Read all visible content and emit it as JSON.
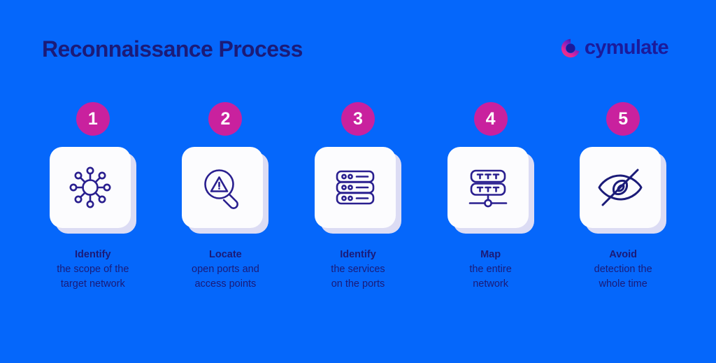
{
  "header": {
    "title": "Reconnaissance Process",
    "brand_name": "cymulate",
    "brand_mark_icon": "cymulate-logo-icon"
  },
  "colors": {
    "background": "#0567FB",
    "badge": "#C9219E",
    "text_dark": "#1B1B78",
    "card": "#FCFCFE",
    "card_shadow": "#DCDCF4",
    "icon_stroke": "#2A1F8F",
    "logo_gradient_start": "#E4249B",
    "logo_gradient_end": "#1B1B9B"
  },
  "steps": [
    {
      "number": "1",
      "icon": "network-hub-icon",
      "lead": "Identify",
      "line2": "the scope of the",
      "line3": "target network"
    },
    {
      "number": "2",
      "icon": "magnifier-warning-icon",
      "lead": "Locate",
      "line2": "open ports and",
      "line3": "access points"
    },
    {
      "number": "3",
      "icon": "server-stack-icon",
      "lead": "Identify",
      "line2": "the services",
      "line3": "on the ports"
    },
    {
      "number": "4",
      "icon": "network-map-icon",
      "lead": "Map",
      "line2": "the entire",
      "line3": "network"
    },
    {
      "number": "5",
      "icon": "eye-slash-icon",
      "lead": "Avoid",
      "line2": "detection the",
      "line3": "whole time"
    }
  ]
}
